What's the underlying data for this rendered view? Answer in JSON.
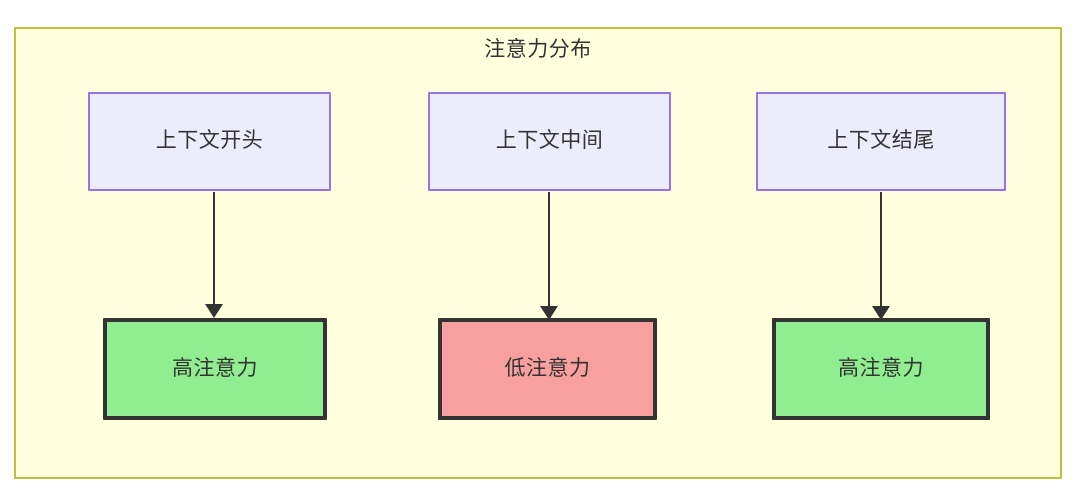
{
  "diagram": {
    "title": "注意力分布",
    "background_color": "#ffffff",
    "container": {
      "fill_color": "#ffffde",
      "border_color": "#bfbf40"
    },
    "node_styles": {
      "context_fill": "#ececfd",
      "context_border": "#9673e6",
      "high_attention_fill": "#90ee90",
      "low_attention_fill": "#f8a0a0",
      "attention_border": "#333333",
      "text_color": "#333333",
      "edge_color": "#333333"
    },
    "context_nodes": [
      {
        "id": "ctx-start",
        "label": "上下文开头"
      },
      {
        "id": "ctx-middle",
        "label": "上下文中间"
      },
      {
        "id": "ctx-end",
        "label": "上下文结尾"
      }
    ],
    "attention_nodes": [
      {
        "id": "att-start",
        "label": "高注意力",
        "level": "high"
      },
      {
        "id": "att-middle",
        "label": "低注意力",
        "level": "low"
      },
      {
        "id": "att-end",
        "label": "高注意力",
        "level": "high"
      }
    ],
    "edges": [
      {
        "from": "ctx-start",
        "to": "att-start",
        "label": ""
      },
      {
        "from": "ctx-middle",
        "to": "att-middle",
        "label": ""
      },
      {
        "from": "ctx-end",
        "to": "att-end",
        "label": ""
      }
    ]
  }
}
